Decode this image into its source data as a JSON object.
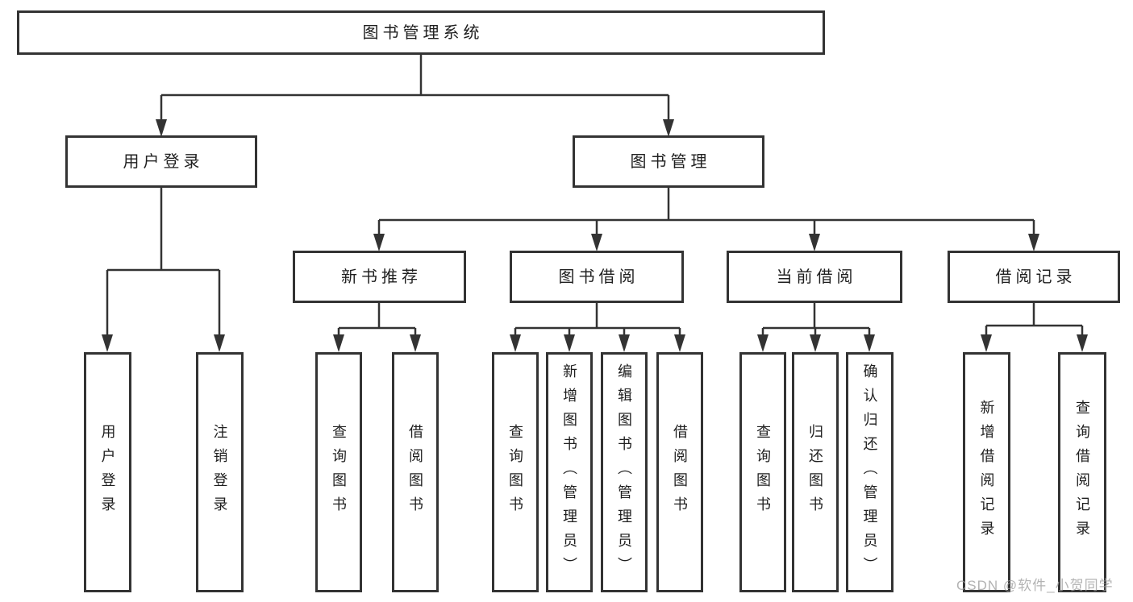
{
  "tree": {
    "label": "图书管理系统",
    "children": [
      {
        "label": "用户登录",
        "children": [
          {
            "label": "用户登录"
          },
          {
            "label": "注销登录"
          }
        ]
      },
      {
        "label": "图书管理",
        "children": [
          {
            "label": "新书推荐",
            "children": [
              {
                "label": "查询图书"
              },
              {
                "label": "借阅图书"
              }
            ]
          },
          {
            "label": "图书借阅",
            "children": [
              {
                "label": "查询图书"
              },
              {
                "label": "新增图书（管理员）"
              },
              {
                "label": "编辑图书（管理员）"
              },
              {
                "label": "借阅图书"
              }
            ]
          },
          {
            "label": "当前借阅",
            "children": [
              {
                "label": "查询图书"
              },
              {
                "label": "归还图书"
              },
              {
                "label": "确认归还（管理员）"
              }
            ]
          },
          {
            "label": "借阅记录",
            "children": [
              {
                "label": "新增借阅记录"
              },
              {
                "label": "查询借阅记录"
              }
            ]
          }
        ]
      }
    ]
  },
  "watermark": {
    "text": "CSDN @软件_小贺同学"
  },
  "colors": {
    "line": "#333333",
    "border": "#333333",
    "text": "#1f1f1f",
    "watermark": "#9e9e9e",
    "background": "#ffffff"
  }
}
